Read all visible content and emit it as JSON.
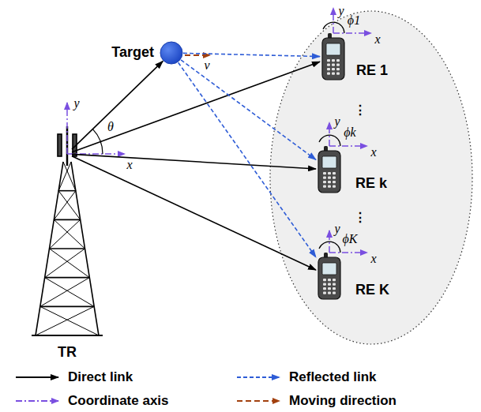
{
  "diagram": {
    "nodes": [
      {
        "text": [
          "TR"
        ]
      },
      {
        "text": [
          "Target"
        ]
      },
      {
        "text": [
          "RE 1"
        ]
      },
      {
        "text": [
          "RE k"
        ]
      },
      {
        "text": [
          "RE K"
        ]
      }
    ],
    "edges": [
      {
        "from": 0,
        "to": 1,
        "arrow": "to"
      },
      {
        "from": 0,
        "to": 2,
        "arrow": "to"
      },
      {
        "from": 0,
        "to": 3,
        "arrow": "to"
      },
      {
        "from": 0,
        "to": 4,
        "arrow": "to"
      },
      {
        "from": 1,
        "to": 2,
        "arrow": "to"
      },
      {
        "from": 1,
        "to": 3,
        "arrow": "to"
      },
      {
        "from": 1,
        "to": 4,
        "arrow": "to"
      }
    ],
    "labels": [
      "y",
      "x",
      "θ",
      "v",
      "y",
      "x",
      "ϕ1",
      "⋮",
      "y",
      "x",
      "ϕk",
      "⋮",
      "y",
      "x",
      "ϕK"
    ],
    "legend": [
      {
        "text": "Direct link"
      },
      {
        "text": "Reflected link"
      },
      {
        "text": "Coordinate axis"
      },
      {
        "text": "Moving direction"
      }
    ]
  }
}
